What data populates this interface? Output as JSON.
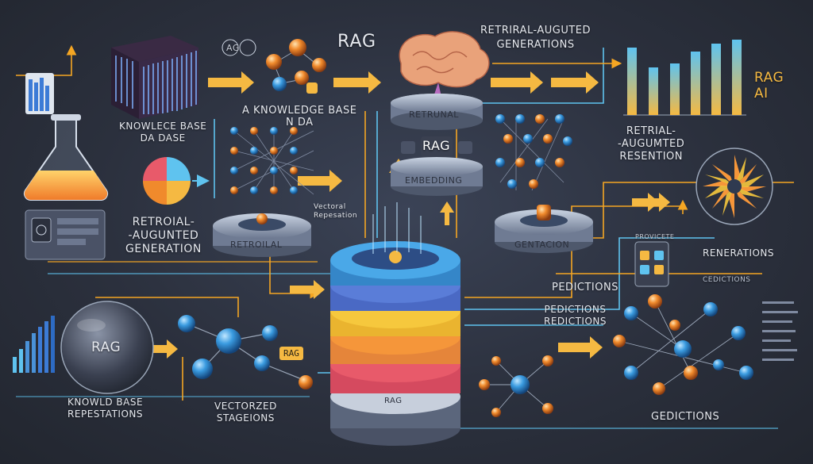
{
  "labels": {
    "rag_top": "RAG",
    "retrieval_augmented_generations": "RETRIRAL-AUGUTED\nGENERATIONS",
    "knowledge_base_top": "A KNOWLEDGE BASE\nN DA",
    "knowledge_base_left": "KNOWLECE BASE\nDA DASE",
    "retrieval_augmented_generation_left": "RETROIAL-\n-AUGUNTED\nGENERATION",
    "vectoral_repesation": "Vectoral\nRepesation",
    "retrieval_disk_left": "RETROILAL",
    "retrieval_disk_center": "RETRUNAL",
    "rag_center": "RAG",
    "embedding": "EMBEDDING",
    "gentacion": "GENTACION",
    "rag_ai": "RAG\nAI",
    "retrieval_augmented_resention": "RETRIAL-\n-AUGUMTED\nRESENTION",
    "renerations": "RENERATIONS",
    "pedictions_top": "PEDICTIONS",
    "pedictions_reidictions": "PEDICTIONS\nREDICTIONS",
    "rag_sphere": "RAG",
    "rag_tag": "RAG",
    "rag_stack_bottom": "RAG",
    "knowledge_base_repesentations": "KNOWLD BASE\nREPESTATIONS",
    "vectorized_stageions": "VECTORZED\nSTAGEIONS",
    "gedictions": "GEDICTIONS",
    "predictive": "PROVICETE",
    "cedictions_small": "CEDICTIONS",
    "small_a": "AG"
  },
  "colors": {
    "bg": "#2b303d",
    "wire_orange": "#f5a623",
    "wire_blue": "#5fc3ef",
    "node_blue": "#2f8fd8",
    "node_orange": "#f08a2c",
    "layer_yellow": "#f6c83d",
    "layer_orange": "#f5963a",
    "layer_pink": "#e85a6a",
    "layer_purple": "#5a7dd8",
    "layer_blue": "#4aa8e8"
  },
  "icons": [
    "flask-icon",
    "data-cube-icon",
    "brain-icon",
    "neural-net-icon",
    "radial-chart-icon",
    "bar-chart-icon",
    "sphere-icon",
    "database-stack-icon"
  ]
}
